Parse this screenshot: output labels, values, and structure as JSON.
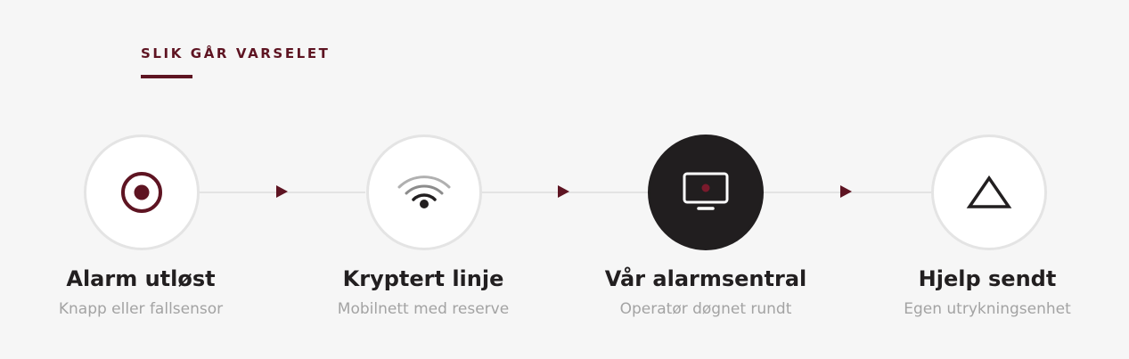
{
  "section": {
    "eyebrow": "SLIK GÅR VARSELET"
  },
  "colors": {
    "accent": "#5e1422",
    "dark": "#211e1f",
    "muted": "#a3a3a3",
    "background": "#f6f6f6"
  },
  "steps": [
    {
      "title": "Alarm utløst",
      "subtitle": "Knapp eller fallsensor",
      "icon": "target-icon"
    },
    {
      "title": "Kryptert linje",
      "subtitle": "Mobilnett med reserve",
      "icon": "wifi-icon"
    },
    {
      "title": "Vår alarmsentral",
      "subtitle": "Operatør døgnet rundt",
      "icon": "monitor-icon",
      "active": true
    },
    {
      "title": "Hjelp sendt",
      "subtitle": "Egen utrykningsenhet",
      "icon": "triangle-icon"
    }
  ]
}
